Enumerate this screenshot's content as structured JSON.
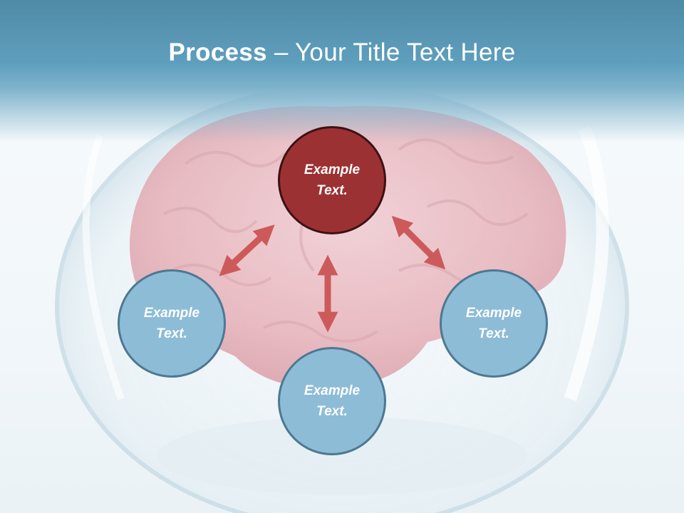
{
  "title": {
    "bold": "Process",
    "rest": " – Your Title Text Here"
  },
  "nodes": {
    "top": {
      "line1": "Example",
      "line2": "Text."
    },
    "left": {
      "line1": "Example",
      "line2": "Text."
    },
    "bottom": {
      "line1": "Example",
      "line2": "Text."
    },
    "right": {
      "line1": "Example",
      "line2": "Text."
    }
  },
  "colors": {
    "header": "#5f9fbe",
    "node_blue": "#8dbcd6",
    "node_red": "#9c3133",
    "arrow": "#cc5a5a"
  }
}
